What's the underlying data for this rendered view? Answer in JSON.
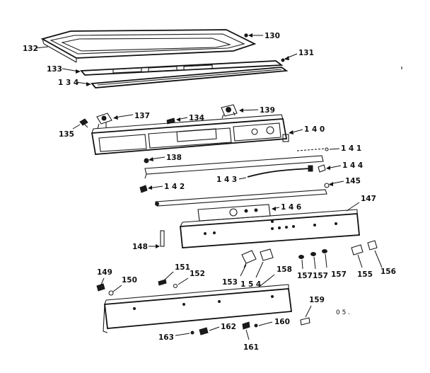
{
  "diagram": {
    "labels": [
      {
        "id": "130",
        "text": "130"
      },
      {
        "id": "131",
        "text": "131"
      },
      {
        "id": "132",
        "text": "132"
      },
      {
        "id": "133",
        "text": "133"
      },
      {
        "id": "134a",
        "text": "1 3 4"
      },
      {
        "id": "135",
        "text": "135"
      },
      {
        "id": "137",
        "text": "137"
      },
      {
        "id": "134b",
        "text": "134"
      },
      {
        "id": "139",
        "text": "139"
      },
      {
        "id": "140",
        "text": "1 4 0"
      },
      {
        "id": "138",
        "text": "138"
      },
      {
        "id": "141",
        "text": "1 4 1"
      },
      {
        "id": "144",
        "text": "1 4 4"
      },
      {
        "id": "143",
        "text": "1 4 3"
      },
      {
        "id": "145",
        "text": "145"
      },
      {
        "id": "142",
        "text": "1 4 2"
      },
      {
        "id": "146",
        "text": "1 4 6"
      },
      {
        "id": "147",
        "text": "147"
      },
      {
        "id": "148",
        "text": "148"
      },
      {
        "id": "149",
        "text": "149"
      },
      {
        "id": "150",
        "text": "150"
      },
      {
        "id": "151",
        "text": "151"
      },
      {
        "id": "152",
        "text": "152"
      },
      {
        "id": "153",
        "text": "153"
      },
      {
        "id": "154",
        "text": "1 5 4"
      },
      {
        "id": "158",
        "text": "158"
      },
      {
        "id": "157a",
        "text": "157"
      },
      {
        "id": "157b",
        "text": "157"
      },
      {
        "id": "157c",
        "text": "157"
      },
      {
        "id": "155",
        "text": "155"
      },
      {
        "id": "156",
        "text": "156"
      },
      {
        "id": "159",
        "text": "159"
      },
      {
        "id": "160",
        "text": "160"
      },
      {
        "id": "161",
        "text": "161"
      },
      {
        "id": "162",
        "text": "162"
      },
      {
        "id": "163",
        "text": "163"
      }
    ],
    "code": "0 5 ."
  }
}
